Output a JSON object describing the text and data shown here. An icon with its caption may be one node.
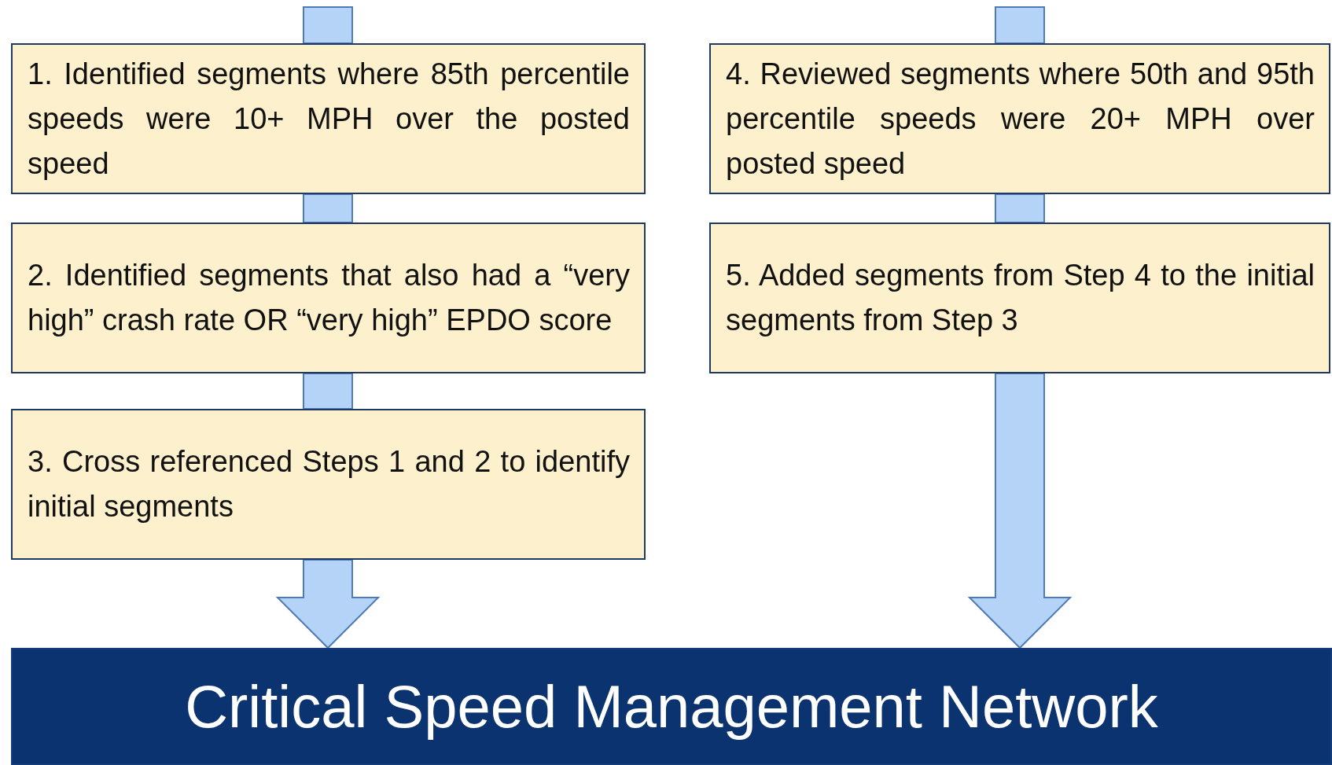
{
  "diagram": {
    "nodes": [
      {
        "text": [
          "1. Identified segments where 85th percentile speeds were 10+ MPH over the posted speed"
        ]
      },
      {
        "text": [
          "2. Identified segments that also had a “very high” crash rate OR “very high” EPDO score"
        ]
      },
      {
        "text": [
          "3. Cross referenced Steps 1 and 2 to identify initial segments"
        ]
      },
      {
        "text": [
          "4. Reviewed segments where 50th and 95th percentile speeds were 20+ MPH over posted speed"
        ]
      },
      {
        "text": [
          "5. Added segments from Step 4 to the initial segments from Step 3"
        ]
      },
      {
        "text": [
          "Critical Speed Management Network"
        ]
      }
    ],
    "edges": [
      {
        "from": null,
        "to": 0,
        "arrow": "none"
      },
      {
        "from": 0,
        "to": 1,
        "arrow": "none"
      },
      {
        "from": 1,
        "to": 2,
        "arrow": "none"
      },
      {
        "from": 2,
        "to": 5,
        "arrow": "to"
      },
      {
        "from": null,
        "to": 3,
        "arrow": "none"
      },
      {
        "from": 3,
        "to": 4,
        "arrow": "none"
      },
      {
        "from": 4,
        "to": 5,
        "arrow": "to"
      }
    ]
  }
}
